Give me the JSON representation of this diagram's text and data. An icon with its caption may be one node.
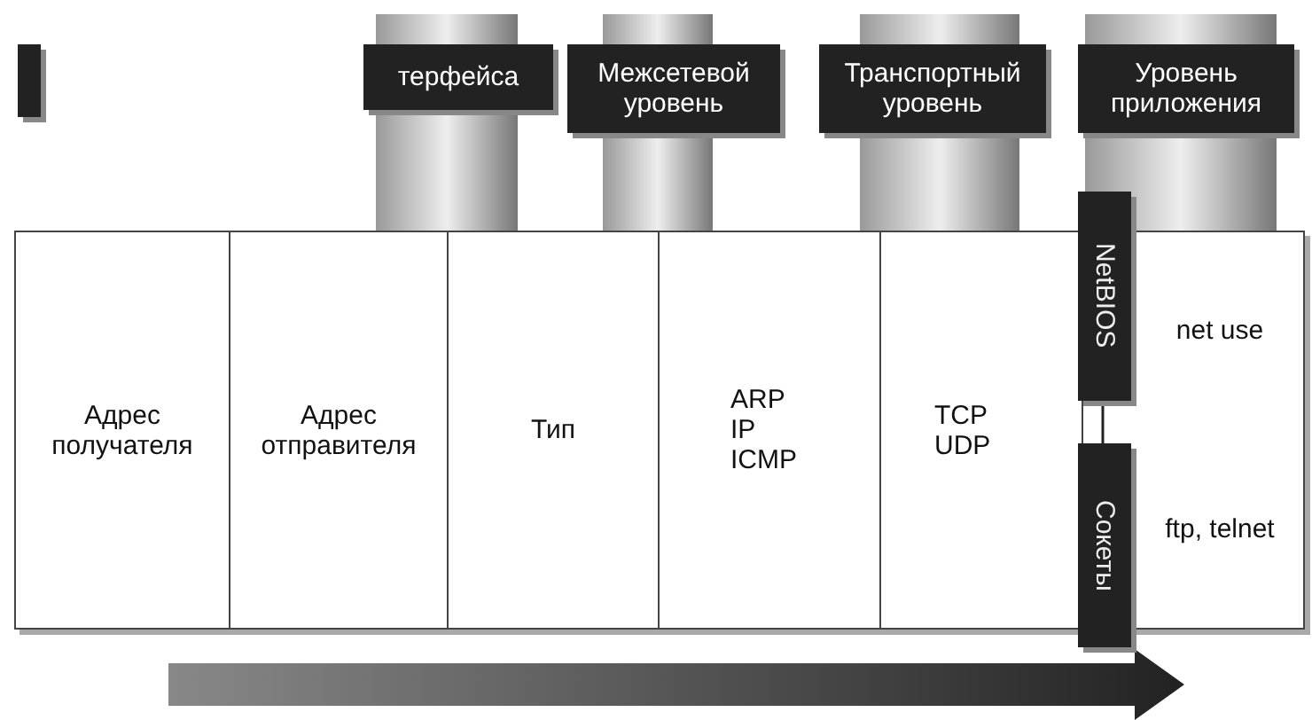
{
  "diagram": {
    "nodes": [
      {
        "text": [],
        "shape": "bar"
      },
      {
        "text": [
          "терфейса"
        ]
      },
      {
        "text": [
          "Межсетевой уровень"
        ]
      },
      {
        "text": [
          "Транспортный уровень"
        ]
      },
      {
        "text": [
          "Уровень приложения"
        ]
      },
      {
        "text": [
          "Адрес получателя"
        ]
      },
      {
        "text": [
          "Адрес отправителя"
        ]
      },
      {
        "text": [
          "Тип"
        ]
      },
      {
        "text": [
          "ARP",
          "IP",
          "ICMP"
        ]
      },
      {
        "text": [
          "TCP",
          "UDP"
        ]
      },
      {
        "text": [
          "net use",
          "ftp, telnet"
        ]
      },
      {
        "text": [
          "NetBIOS"
        ]
      },
      {
        "text": [
          "Сокеты"
        ]
      }
    ],
    "edges": [
      {
        "from": 11,
        "to": 12,
        "arrow": "none"
      }
    ]
  }
}
